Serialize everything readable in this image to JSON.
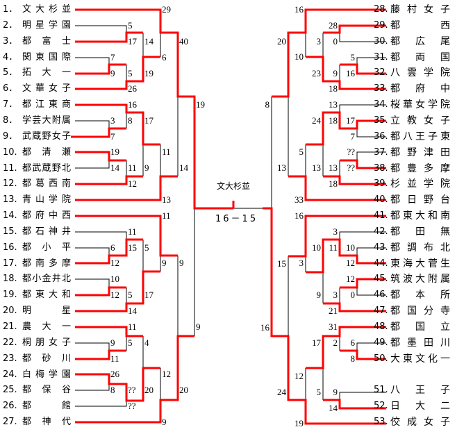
{
  "colors": {
    "winner_line": "#ff0000",
    "loser_line": "#000000"
  },
  "left_teams": [
    {
      "no": "1．",
      "name": "文 大 杉 並"
    },
    {
      "no": "2．",
      "name": "明 星 学 園"
    },
    {
      "no": "3．",
      "name": "都 富 士"
    },
    {
      "no": "4．",
      "name": "関 東 国 際"
    },
    {
      "no": "5．",
      "name": "拓 大 一"
    },
    {
      "no": "6．",
      "name": "文 華 女 子"
    },
    {
      "no": "7．",
      "name": "都 江 東 商"
    },
    {
      "no": "8．",
      "name": "学芸大附属"
    },
    {
      "no": "9．",
      "name": "武蔵野女子"
    },
    {
      "no": "10.",
      "name": "都 清 瀬"
    },
    {
      "no": "11.",
      "name": "都武蔵野北"
    },
    {
      "no": "12.",
      "name": "都 葛 西 南"
    },
    {
      "no": "13.",
      "name": "青 山 学 院"
    },
    {
      "no": "14.",
      "name": "都 府 中 西"
    },
    {
      "no": "15.",
      "name": "都 石 神 井"
    },
    {
      "no": "16.",
      "name": "都 小 平"
    },
    {
      "no": "17.",
      "name": "都 南 多 摩"
    },
    {
      "no": "18.",
      "name": "都小金井北"
    },
    {
      "no": "19.",
      "name": "都 東 大 和"
    },
    {
      "no": "20.",
      "name": "明 星"
    },
    {
      "no": "21.",
      "name": "農 大 一"
    },
    {
      "no": "22.",
      "name": "桐 朋 女 子"
    },
    {
      "no": "23.",
      "name": "都 砂 川"
    },
    {
      "no": "24.",
      "name": "白 梅 学 園"
    },
    {
      "no": "25.",
      "name": "都 保 谷"
    },
    {
      "no": "26.",
      "name": "都 館"
    },
    {
      "no": "27.",
      "name": "都 神 代"
    }
  ],
  "right_teams": [
    {
      "no": "28.",
      "name": "藤 村 女 子"
    },
    {
      "no": "29.",
      "name": "都 西"
    },
    {
      "no": "30.",
      "name": "都 広 尾"
    },
    {
      "no": "31.",
      "name": "都 両 国"
    },
    {
      "no": "32.",
      "name": "八 雲 学 院"
    },
    {
      "no": "33.",
      "name": "都 府 中"
    },
    {
      "no": "34.",
      "name": "桜華女学院"
    },
    {
      "no": "35.",
      "name": "立 教 女 子"
    },
    {
      "no": "36.",
      "name": "都八王子東"
    },
    {
      "no": "37.",
      "name": "都 野 津 田"
    },
    {
      "no": "38.",
      "name": "都 豊 多 摩"
    },
    {
      "no": "39.",
      "name": "杉 並 学 院"
    },
    {
      "no": "40.",
      "name": "都 日 野 台"
    },
    {
      "no": "41.",
      "name": "都東大和南"
    },
    {
      "no": "42.",
      "name": "都 田 無"
    },
    {
      "no": "43.",
      "name": "都 調 布 北"
    },
    {
      "no": "44.",
      "name": "東海大菅生"
    },
    {
      "no": "45.",
      "name": "筑波大附属"
    },
    {
      "no": "46.",
      "name": "都 本 所"
    },
    {
      "no": "47.",
      "name": "都 国 分 寺"
    },
    {
      "no": "48.",
      "name": "都 国 立"
    },
    {
      "no": "49.",
      "name": "都 墨 田 川"
    },
    {
      "no": "50.",
      "name": "大東文化一"
    },
    {
      "no": "51.",
      "name": "八 王 子"
    },
    {
      "no": "52.",
      "name": "日 大 二"
    },
    {
      "no": "53.",
      "name": "佼 成 女 子"
    }
  ],
  "matches": {
    "L1": [
      "5",
      "17"
    ],
    "L2": [
      "7",
      "9"
    ],
    "L3": [
      "5",
      "26"
    ],
    "L4": [
      "14",
      "19"
    ],
    "L5": [
      "29",
      "6"
    ],
    "L6": [
      "3",
      "7"
    ],
    "L7": [
      "16",
      "8"
    ],
    "L8": [
      "19",
      "14"
    ],
    "L9": [
      "11",
      "12"
    ],
    "L10": [
      "17",
      "9"
    ],
    "L11": [
      "11",
      "13"
    ],
    "L12": [
      "40",
      "14"
    ],
    "L13": [
      "6",
      "12"
    ],
    "L14": [
      "11",
      "15"
    ],
    "L15": [
      "10",
      "12"
    ],
    "L16": [
      "5",
      "14"
    ],
    "L17": [
      "5",
      "17"
    ],
    "L18": [
      "11",
      "9"
    ],
    "L19": [
      "9",
      "11"
    ],
    "L20": [
      "11",
      "5"
    ],
    "L21": [
      "26",
      "8"
    ],
    "L22": [
      "??",
      "??"
    ],
    "L23": [
      "4",
      "20"
    ],
    "L24": [
      "12",
      "9"
    ],
    "L25": [
      "9",
      "20"
    ],
    "L26": [
      "19",
      "9"
    ],
    "R1": [
      "28",
      "0"
    ],
    "R2": [
      "5",
      "16"
    ],
    "R3": [
      "9",
      "18"
    ],
    "R4": [
      "3",
      "23"
    ],
    "R5": [
      "16",
      "10"
    ],
    "R6": [
      "17",
      "7"
    ],
    "R7": [
      "13",
      "18"
    ],
    "R8": [
      "??",
      "??"
    ],
    "R9": [
      "13",
      "18"
    ],
    "R10": [
      "24",
      "13"
    ],
    "R11": [
      "5",
      "33"
    ],
    "R12": [
      "20",
      "13"
    ],
    "R13": [
      "10",
      "12"
    ],
    "R14": [
      "3",
      "11"
    ],
    "R15": [
      "12",
      "0"
    ],
    "R16": [
      "3",
      "21"
    ],
    "R17": [
      "10",
      "9"
    ],
    "R18": [
      "16",
      "3"
    ],
    "R19": [
      "6",
      "8"
    ],
    "R20": [
      "31",
      "2"
    ],
    "R21": [
      "9",
      "14"
    ],
    "R22": [
      "17",
      "5"
    ],
    "R23": [
      "12",
      "19"
    ],
    "R24": [
      "15",
      "24"
    ],
    "R25": [
      "8",
      "16"
    ]
  },
  "final": {
    "champion": "文大杉並",
    "score": "16－15"
  }
}
